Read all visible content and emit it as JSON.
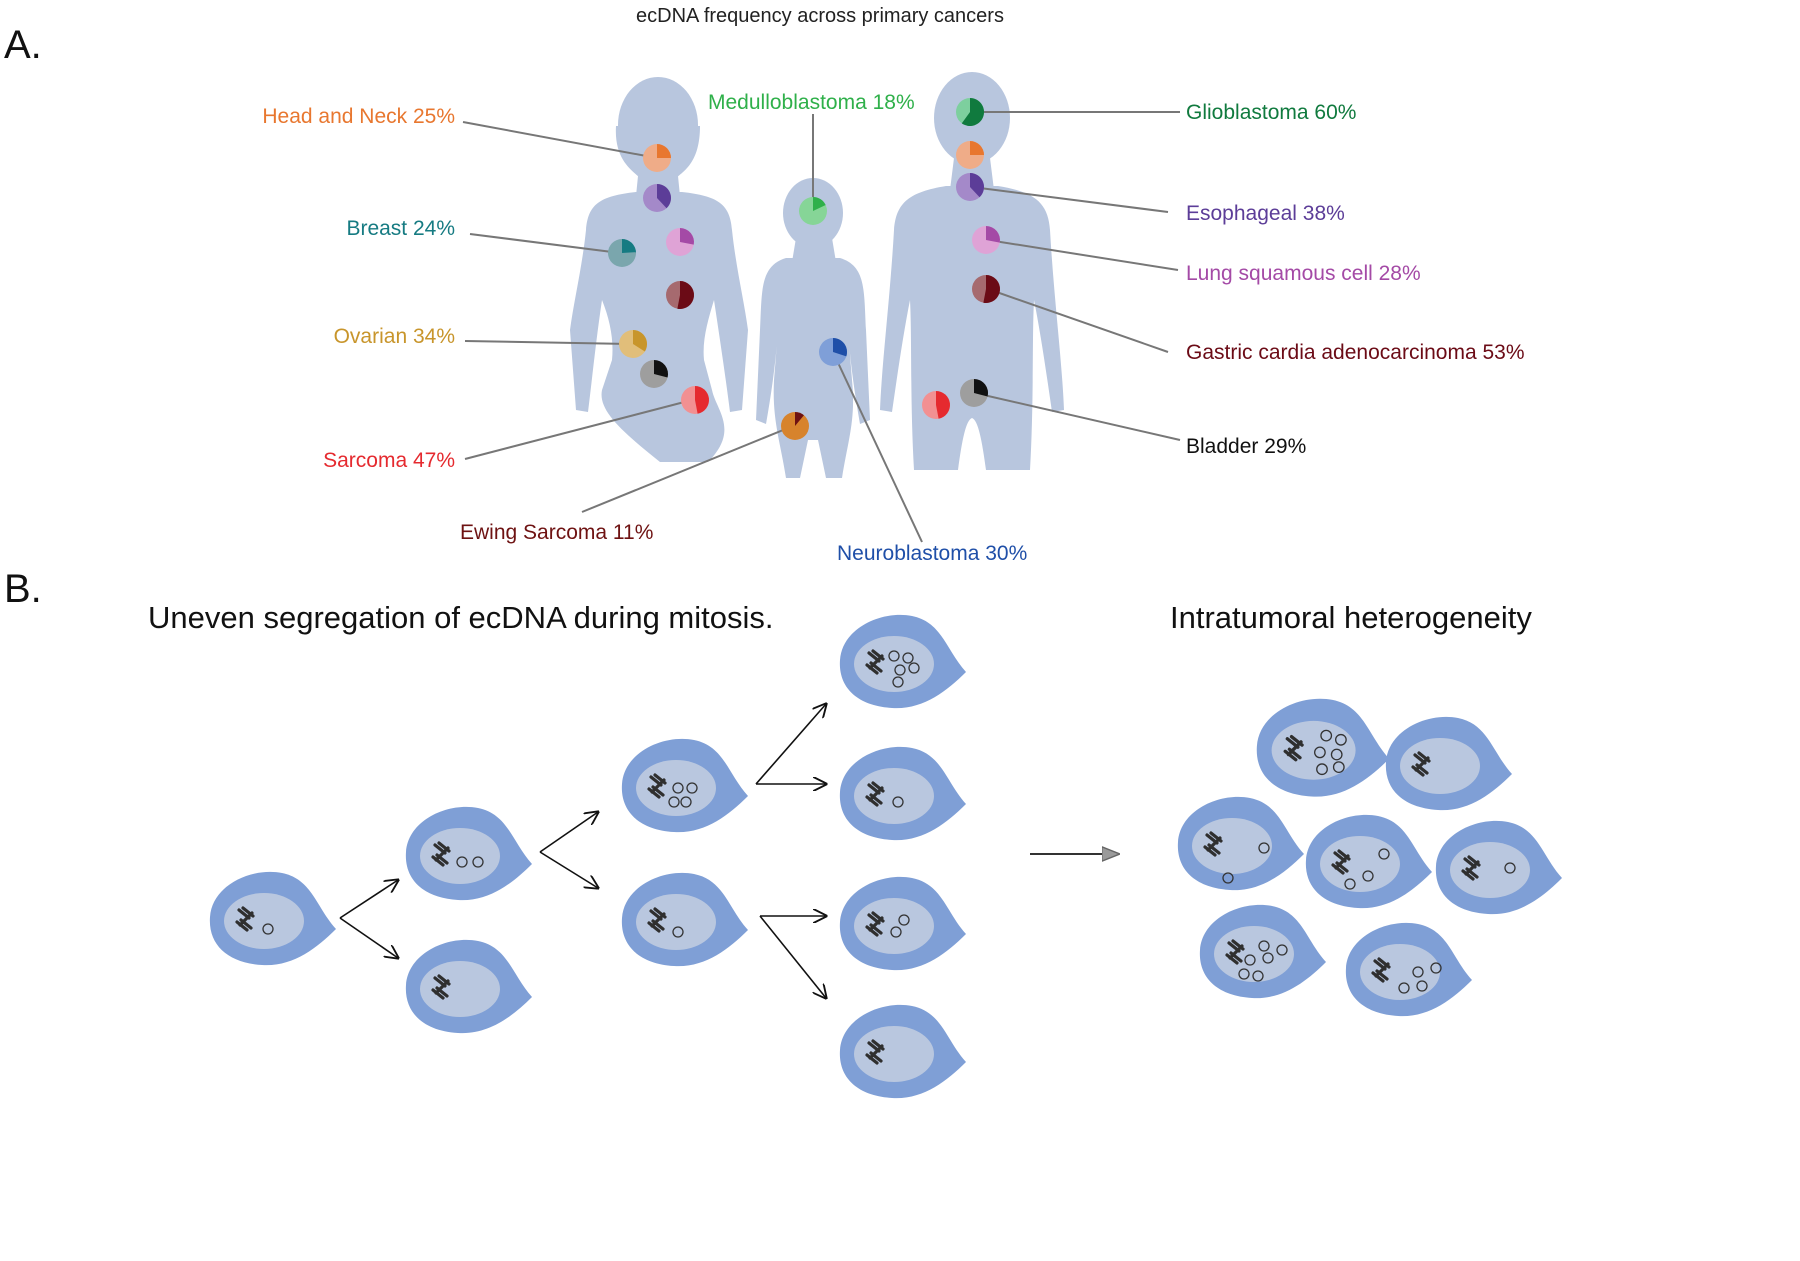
{
  "title": "ecDNA frequency across primary cancers",
  "panel_a_label": "A.",
  "panel_b_label": "B.",
  "panel_b_left_heading": "Uneven segregation of ecDNA during mitosis.",
  "panel_b_right_heading": "Intratumoral heterogeneity",
  "colors": {
    "body": "#b8c6de",
    "cell_outer": "#7f9fd6",
    "cell_inner": "#b9c7df",
    "leader_line": "#777777"
  },
  "cancers": [
    {
      "id": "head-neck",
      "label": "Head and Neck 25%",
      "fraction": 0.25,
      "color": "#e8772f",
      "light": "#efac88"
    },
    {
      "id": "breast",
      "label": "Breast 24%",
      "fraction": 0.24,
      "color": "#167b82",
      "light": "#7aa6ad"
    },
    {
      "id": "ovarian",
      "label": "Ovarian 34%",
      "fraction": 0.34,
      "color": "#c8952b",
      "light": "#e1be7a"
    },
    {
      "id": "sarcoma",
      "label": "Sarcoma 47%",
      "fraction": 0.47,
      "color": "#e52a2f",
      "light": "#f29092"
    },
    {
      "id": "ewing",
      "label": "Ewing Sarcoma 11%",
      "fraction": 0.11,
      "color": "#6e1212",
      "light": "#d7832c"
    },
    {
      "id": "medullo",
      "label": "Medulloblastoma 18%",
      "fraction": 0.18,
      "color": "#2fb04a",
      "light": "#86d597"
    },
    {
      "id": "neuro",
      "label": "Neuroblastoma 30%",
      "fraction": 0.3,
      "color": "#1f4fa8",
      "light": "#7f9fd8"
    },
    {
      "id": "glio",
      "label": "Glioblastoma 60%",
      "fraction": 0.6,
      "color": "#107a3e",
      "light": "#7dcf9e"
    },
    {
      "id": "esoph",
      "label": "Esophageal 38%",
      "fraction": 0.38,
      "color": "#5c3d98",
      "light": "#a489c9"
    },
    {
      "id": "lung",
      "label": "Lung squamous cell 28%",
      "fraction": 0.28,
      "color": "#a44aa6",
      "light": "#dfa3d6"
    },
    {
      "id": "gastric",
      "label": "Gastric cardia adenocarcinoma 53%",
      "fraction": 0.53,
      "color": "#6b0b16",
      "light": "#a66a6f"
    },
    {
      "id": "bladder",
      "label": "Bladder 29%",
      "fraction": 0.29,
      "color": "#111111",
      "light": "#9e9e9e"
    }
  ]
}
